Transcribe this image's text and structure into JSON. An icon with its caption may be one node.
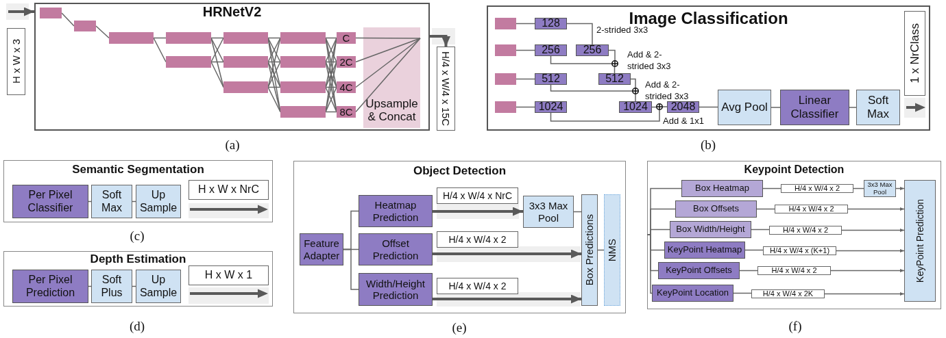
{
  "diagram": {
    "nodes": [
      {
        "text": [
          "HRNetV2"
        ],
        "beside": [
          "(a)"
        ]
      },
      {
        "text": [
          "H x W x 3"
        ]
      },
      {
        "text": [],
        "shape": "box",
        "in": 0
      },
      {
        "text": [],
        "shape": "box",
        "in": 0
      },
      {
        "text": [],
        "shape": "box",
        "in": 0
      },
      {
        "text": [],
        "shape": "box",
        "in": 0
      },
      {
        "text": [],
        "shape": "box",
        "in": 0
      },
      {
        "text": [],
        "shape": "box",
        "in": 0
      },
      {
        "text": [],
        "shape": "box",
        "in": 0
      },
      {
        "text": [],
        "shape": "box",
        "in": 0
      },
      {
        "text": [],
        "shape": "box",
        "in": 0
      },
      {
        "text": [],
        "shape": "box",
        "in": 0
      },
      {
        "text": [],
        "shape": "box",
        "in": 0
      },
      {
        "text": [],
        "shape": "box",
        "in": 0
      },
      {
        "text": [
          "C"
        ],
        "in": 0
      },
      {
        "text": [
          "2C"
        ],
        "in": 0
      },
      {
        "text": [
          "4C"
        ],
        "in": 0
      },
      {
        "text": [
          "8C"
        ],
        "in": 0
      },
      {
        "text": [
          "Upsample & Concat"
        ],
        "in": 0
      },
      {
        "text": [
          "H/4 x W/4 x 15C"
        ]
      },
      {
        "text": [
          "Image Classification"
        ],
        "beside": [
          "(b)"
        ]
      },
      {
        "text": [],
        "shape": "box",
        "in": 20
      },
      {
        "text": [],
        "shape": "box",
        "in": 20
      },
      {
        "text": [],
        "shape": "box",
        "in": 20
      },
      {
        "text": [],
        "shape": "box",
        "in": 20
      },
      {
        "text": [
          "128"
        ],
        "in": 20
      },
      {
        "text": [
          "256"
        ],
        "in": 20
      },
      {
        "text": [
          "512"
        ],
        "in": 20
      },
      {
        "text": [
          "1024"
        ],
        "in": 20
      },
      {
        "text": [
          "256"
        ],
        "in": 20
      },
      {
        "text": [],
        "shape": "circle",
        "in": 20
      },
      {
        "text": [
          "512"
        ],
        "in": 20
      },
      {
        "text": [],
        "shape": "circle",
        "in": 20
      },
      {
        "text": [
          "1024"
        ],
        "in": 20
      },
      {
        "text": [],
        "shape": "circle",
        "in": 20
      },
      {
        "text": [
          "2048"
        ],
        "in": 20
      },
      {
        "text": [
          "Avg Pool"
        ],
        "in": 20
      },
      {
        "text": [
          "Linear Classifier"
        ],
        "in": 20
      },
      {
        "text": [
          "Soft Max"
        ],
        "in": 20
      },
      {
        "text": [
          "1 x NrClass"
        ],
        "in": 20
      },
      {
        "text": [
          "Semantic Segmentation"
        ],
        "beside": [
          "(c)"
        ]
      },
      {
        "text": [
          "Per Pixel Classifier"
        ],
        "in": 40
      },
      {
        "text": [
          "Soft Max"
        ],
        "in": 40
      },
      {
        "text": [
          "Up Sample"
        ],
        "in": 40
      },
      {
        "text": [
          "H x W x NrC"
        ],
        "in": 40
      },
      {
        "text": [
          "Depth Estimation"
        ],
        "beside": [
          "(d)"
        ]
      },
      {
        "text": [
          "Per Pixel Prediction"
        ],
        "in": 45
      },
      {
        "text": [
          "Soft Plus"
        ],
        "in": 45
      },
      {
        "text": [
          "Up Sample"
        ],
        "in": 45
      },
      {
        "text": [
          "H x W x 1"
        ],
        "in": 45
      },
      {
        "text": [
          "Object Detection"
        ],
        "beside": [
          "(e)"
        ]
      },
      {
        "text": [
          "Feature Adapter"
        ],
        "in": 50
      },
      {
        "text": [
          "Heatmap Prediction"
        ],
        "in": 50
      },
      {
        "text": [
          "H/4 x W/4 x NrC"
        ],
        "in": 50
      },
      {
        "text": [
          "3x3 Max Pool"
        ],
        "in": 50
      },
      {
        "text": [
          "Offset Prediction"
        ],
        "in": 50
      },
      {
        "text": [
          "H/4 x W/4 x 2"
        ],
        "in": 50
      },
      {
        "text": [
          "Width/Height Prediction"
        ],
        "in": 50
      },
      {
        "text": [
          "H/4 x W/4 x 2"
        ],
        "in": 50
      },
      {
        "text": [
          "Box Predictions"
        ],
        "in": 50
      },
      {
        "text": [
          "NMS"
        ],
        "in": 50
      },
      {
        "text": [
          "Keypoint Detection"
        ],
        "beside": [
          "(f)"
        ]
      },
      {
        "text": [
          "Box Heatmap"
        ],
        "in": 61
      },
      {
        "text": [
          "H/4 x W/4 x 2"
        ],
        "in": 61
      },
      {
        "text": [
          "3x3 Max Pool"
        ],
        "in": 61
      },
      {
        "text": [
          "Box Offsets"
        ],
        "in": 61
      },
      {
        "text": [
          "H/4 x W/4 x 2"
        ],
        "in": 61
      },
      {
        "text": [
          "Box Width/Height"
        ],
        "in": 61
      },
      {
        "text": [
          "H/4 x W/4 x 2"
        ],
        "in": 61
      },
      {
        "text": [
          "KeyPoint Heatmap"
        ],
        "in": 61
      },
      {
        "text": [
          "H/4 x W/4 x (K+1)"
        ],
        "in": 61
      },
      {
        "text": [
          "KeyPoint Offsets"
        ],
        "in": 61
      },
      {
        "text": [
          "H/4 x W/4 x 2"
        ],
        "in": 61
      },
      {
        "text": [
          "KeyPoint Location"
        ],
        "in": 61
      },
      {
        "text": [
          "H/4 x W/4 x 2K"
        ],
        "in": 61
      },
      {
        "text": [
          "KeyPoint Prediction"
        ],
        "in": 61
      }
    ],
    "edges": [
      {
        "from": null,
        "to": 0,
        "arrow": "to",
        "style": "thick"
      },
      {
        "from": 2,
        "to": 3,
        "arrow": "none"
      },
      {
        "from": 3,
        "to": 4,
        "arrow": "none"
      },
      {
        "from": 4,
        "to": 5,
        "arrow": "none"
      },
      {
        "from": 4,
        "to": 6,
        "arrow": "none"
      },
      {
        "from": 5,
        "to": 7,
        "arrow": "none"
      },
      {
        "from": 5,
        "to": 8,
        "arrow": "none"
      },
      {
        "from": 5,
        "to": 9,
        "arrow": "none"
      },
      {
        "from": 6,
        "to": 7,
        "arrow": "none"
      },
      {
        "from": 6,
        "to": 8,
        "arrow": "none"
      },
      {
        "from": 6,
        "to": 9,
        "arrow": "none"
      },
      {
        "from": 7,
        "to": 10,
        "arrow": "none"
      },
      {
        "from": 7,
        "to": 11,
        "arrow": "none"
      },
      {
        "from": 7,
        "to": 12,
        "arrow": "none"
      },
      {
        "from": 7,
        "to": 13,
        "arrow": "none"
      },
      {
        "from": 8,
        "to": 10,
        "arrow": "none"
      },
      {
        "from": 8,
        "to": 11,
        "arrow": "none"
      },
      {
        "from": 8,
        "to": 12,
        "arrow": "none"
      },
      {
        "from": 8,
        "to": 13,
        "arrow": "none"
      },
      {
        "from": 9,
        "to": 10,
        "arrow": "none"
      },
      {
        "from": 9,
        "to": 11,
        "arrow": "none"
      },
      {
        "from": 9,
        "to": 12,
        "arrow": "none"
      },
      {
        "from": 9,
        "to": 13,
        "arrow": "none"
      },
      {
        "from": 10,
        "to": 14,
        "arrow": "none"
      },
      {
        "from": 10,
        "to": 15,
        "arrow": "none"
      },
      {
        "from": 10,
        "to": 16,
        "arrow": "none"
      },
      {
        "from": 10,
        "to": 17,
        "arrow": "none"
      },
      {
        "from": 11,
        "to": 14,
        "arrow": "none"
      },
      {
        "from": 11,
        "to": 15,
        "arrow": "none"
      },
      {
        "from": 11,
        "to": 16,
        "arrow": "none"
      },
      {
        "from": 11,
        "to": 17,
        "arrow": "none"
      },
      {
        "from": 12,
        "to": 14,
        "arrow": "none"
      },
      {
        "from": 12,
        "to": 15,
        "arrow": "none"
      },
      {
        "from": 12,
        "to": 16,
        "arrow": "none"
      },
      {
        "from": 12,
        "to": 17,
        "arrow": "none"
      },
      {
        "from": 13,
        "to": 14,
        "arrow": "none"
      },
      {
        "from": 13,
        "to": 15,
        "arrow": "none"
      },
      {
        "from": 13,
        "to": 16,
        "arrow": "none"
      },
      {
        "from": 13,
        "to": 17,
        "arrow": "none"
      },
      {
        "from": 14,
        "to": 18,
        "arrow": "none"
      },
      {
        "from": 15,
        "to": 18,
        "arrow": "none"
      },
      {
        "from": 16,
        "to": 18,
        "arrow": "none"
      },
      {
        "from": 17,
        "to": 18,
        "arrow": "none"
      },
      {
        "from": 21,
        "to": 25,
        "arrow": "none"
      },
      {
        "from": 22,
        "to": 26,
        "arrow": "none"
      },
      {
        "from": 23,
        "to": 27,
        "arrow": "none"
      },
      {
        "from": 24,
        "to": 28,
        "arrow": "none"
      },
      {
        "from": 25,
        "to": 29,
        "arrow": "none"
      },
      {
        "from": 29,
        "to": 30,
        "arrow": "none"
      },
      {
        "from": 26,
        "to": 30,
        "arrow": "none"
      },
      {
        "from": 30,
        "to": 31,
        "arrow": "none"
      },
      {
        "from": 31,
        "to": 32,
        "arrow": "none"
      },
      {
        "from": 27,
        "to": 32,
        "arrow": "none"
      },
      {
        "from": 32,
        "to": 33,
        "arrow": "none"
      },
      {
        "from": 33,
        "to": 34,
        "arrow": "none"
      },
      {
        "from": 28,
        "to": 34,
        "arrow": "none"
      },
      {
        "from": 34,
        "to": 35,
        "arrow": "none"
      },
      {
        "from": 35,
        "to": 36,
        "arrow": "none"
      },
      {
        "from": 36,
        "to": 37,
        "arrow": "none"
      },
      {
        "from": 37,
        "to": 38,
        "arrow": "none"
      },
      {
        "from": 41,
        "to": 42,
        "arrow": "none"
      },
      {
        "from": 42,
        "to": 43,
        "arrow": "none"
      },
      {
        "from": 46,
        "to": 47,
        "arrow": "none"
      },
      {
        "from": 47,
        "to": 48,
        "arrow": "none"
      },
      {
        "from": 51,
        "to": 52,
        "arrow": "none"
      },
      {
        "from": 51,
        "to": 55,
        "arrow": "none"
      },
      {
        "from": 51,
        "to": 57,
        "arrow": "none"
      },
      {
        "from": 52,
        "to": 54,
        "arrow": "to",
        "style": "thick"
      },
      {
        "from": 55,
        "to": 59,
        "arrow": "to",
        "style": "thick"
      },
      {
        "from": 57,
        "to": 59,
        "arrow": "to",
        "style": "thick"
      },
      {
        "from": 54,
        "to": 59,
        "arrow": "none"
      },
      {
        "from": 59,
        "to": 60,
        "arrow": "none"
      },
      {
        "from": null,
        "to": 62,
        "arrow": "none"
      },
      {
        "from": null,
        "to": 65,
        "arrow": "none"
      },
      {
        "from": null,
        "to": 67,
        "arrow": "none"
      },
      {
        "from": null,
        "to": 69,
        "arrow": "none"
      },
      {
        "from": null,
        "to": 71,
        "arrow": "none"
      },
      {
        "from": null,
        "to": 73,
        "arrow": "none"
      },
      {
        "from": 62,
        "to": 63,
        "arrow": "none"
      },
      {
        "from": 63,
        "to": 64,
        "arrow": "none"
      },
      {
        "from": 64,
        "to": 75,
        "arrow": "to"
      },
      {
        "from": 65,
        "to": 66,
        "arrow": "none"
      },
      {
        "from": 66,
        "to": 75,
        "arrow": "to"
      },
      {
        "from": 67,
        "to": 68,
        "arrow": "none"
      },
      {
        "from": 68,
        "to": 75,
        "arrow": "to"
      },
      {
        "from": 69,
        "to": 70,
        "arrow": "none"
      },
      {
        "from": 70,
        "to": 75,
        "arrow": "to"
      },
      {
        "from": 71,
        "to": 72,
        "arrow": "none"
      },
      {
        "from": 72,
        "to": 75,
        "arrow": "to"
      },
      {
        "from": 73,
        "to": 74,
        "arrow": "none"
      },
      {
        "from": 74,
        "to": 75,
        "arrow": "to"
      },
      {
        "from": 0,
        "to": 19,
        "arrow": "to",
        "style": "thick"
      }
    ],
    "labels": [
      "2-strided 3x3",
      "Add & 2-strided 3x3",
      "Add & 2-strided 3x3",
      "Add & 1x1"
    ]
  }
}
